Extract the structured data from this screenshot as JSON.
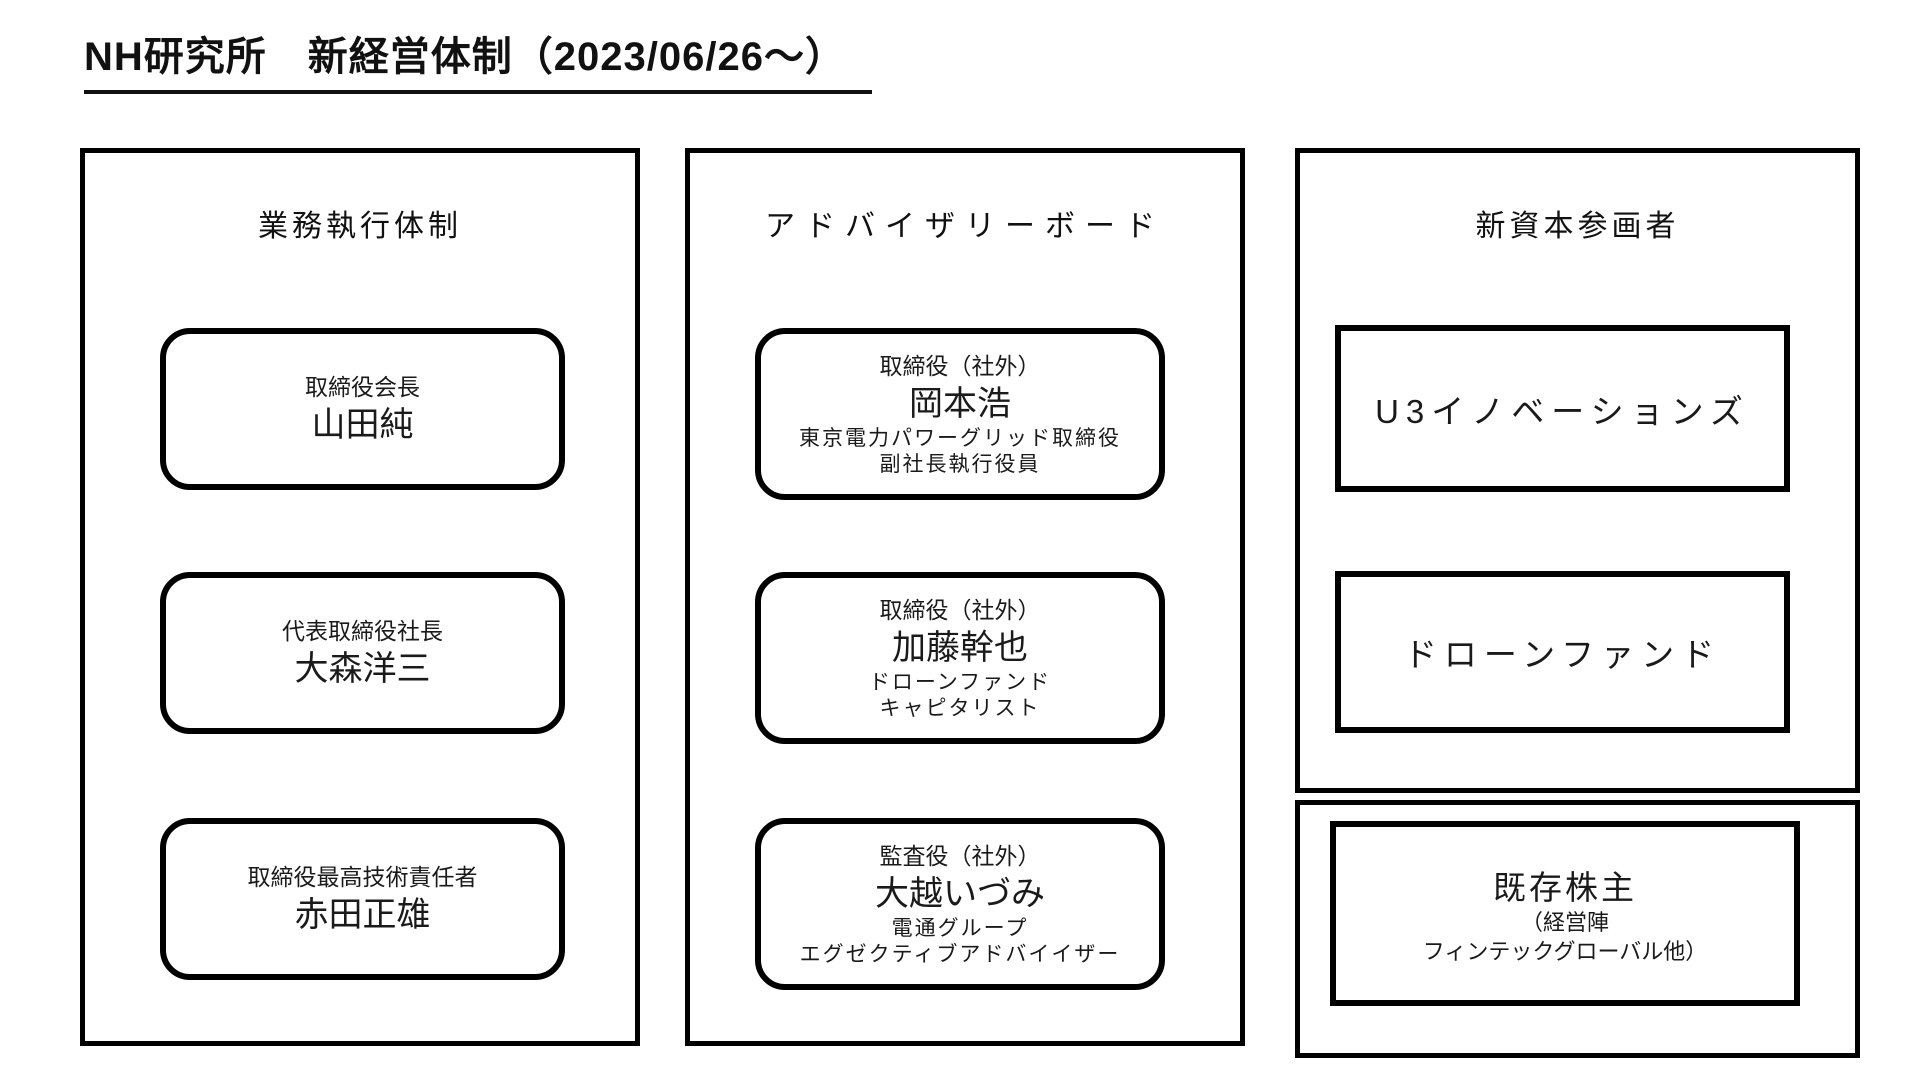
{
  "page": {
    "title": "NH研究所　新経営体制（2023/06/26～）",
    "background_color": "#ffffff",
    "line_color": "#000000"
  },
  "columns": [
    {
      "header": "業務執行体制",
      "boxes": [
        {
          "role": "取締役会長",
          "name": "山田純"
        },
        {
          "role": "代表取締役社長",
          "name": "大森洋三"
        },
        {
          "role": "取締役最高技術責任者",
          "name": "赤田正雄"
        }
      ]
    },
    {
      "header": "アドバイザリーボード",
      "boxes": [
        {
          "role": "取締役（社外）",
          "name": "岡本浩",
          "affiliation1": "東京電力パワーグリッド取締役",
          "affiliation2": "副社長執行役員"
        },
        {
          "role": "取締役（社外）",
          "name": "加藤幹也",
          "affiliation1": "ドローンファンド",
          "affiliation2": "キャピタリスト"
        },
        {
          "role": "監査役（社外）",
          "name": "大越いづみ",
          "affiliation1": "電通グループ",
          "affiliation2": "エグゼクティブアドバイイザー"
        }
      ]
    },
    {
      "header": "新資本参画者",
      "boxes": [
        {
          "name": "U3イノベーションズ"
        },
        {
          "name": "ドローンファンド"
        }
      ],
      "bottom_section": {
        "box": {
          "name": "既存株主",
          "note1": "（経営陣",
          "note2": "フィンテックグローバル他）"
        }
      }
    }
  ]
}
